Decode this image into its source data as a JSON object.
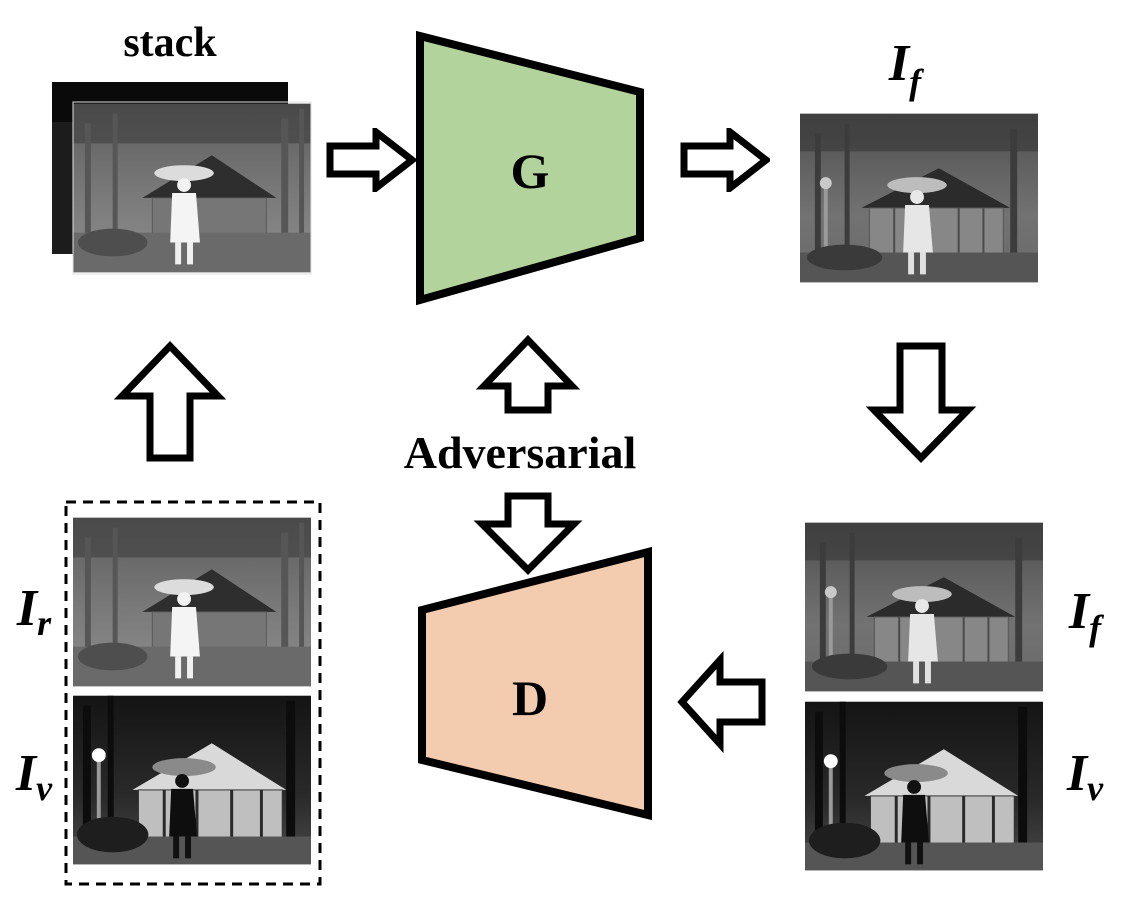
{
  "labels": {
    "stack": "stack",
    "generator": "G",
    "discriminator": "D",
    "adversarial": "Adversarial",
    "fused_top": {
      "base": "I",
      "sub": "f"
    },
    "fused_right": {
      "base": "I",
      "sub": "f"
    },
    "visible_right": {
      "base": "I",
      "sub": "v"
    },
    "infrared_left": {
      "base": "I",
      "sub": "r"
    },
    "visible_left": {
      "base": "I",
      "sub": "v"
    }
  },
  "colors": {
    "generator_fill": "#b3d39c",
    "discriminator_fill": "#f3ccb0",
    "stroke": "#000000"
  },
  "images": {
    "stack_back": "thermal infrared scene (dark)",
    "stack_front": "thermal infrared scene",
    "fused_top": "fused image",
    "infrared_left": "infrared image",
    "visible_left": "visible image",
    "fused_right": "fused image",
    "visible_right": "visible image"
  }
}
